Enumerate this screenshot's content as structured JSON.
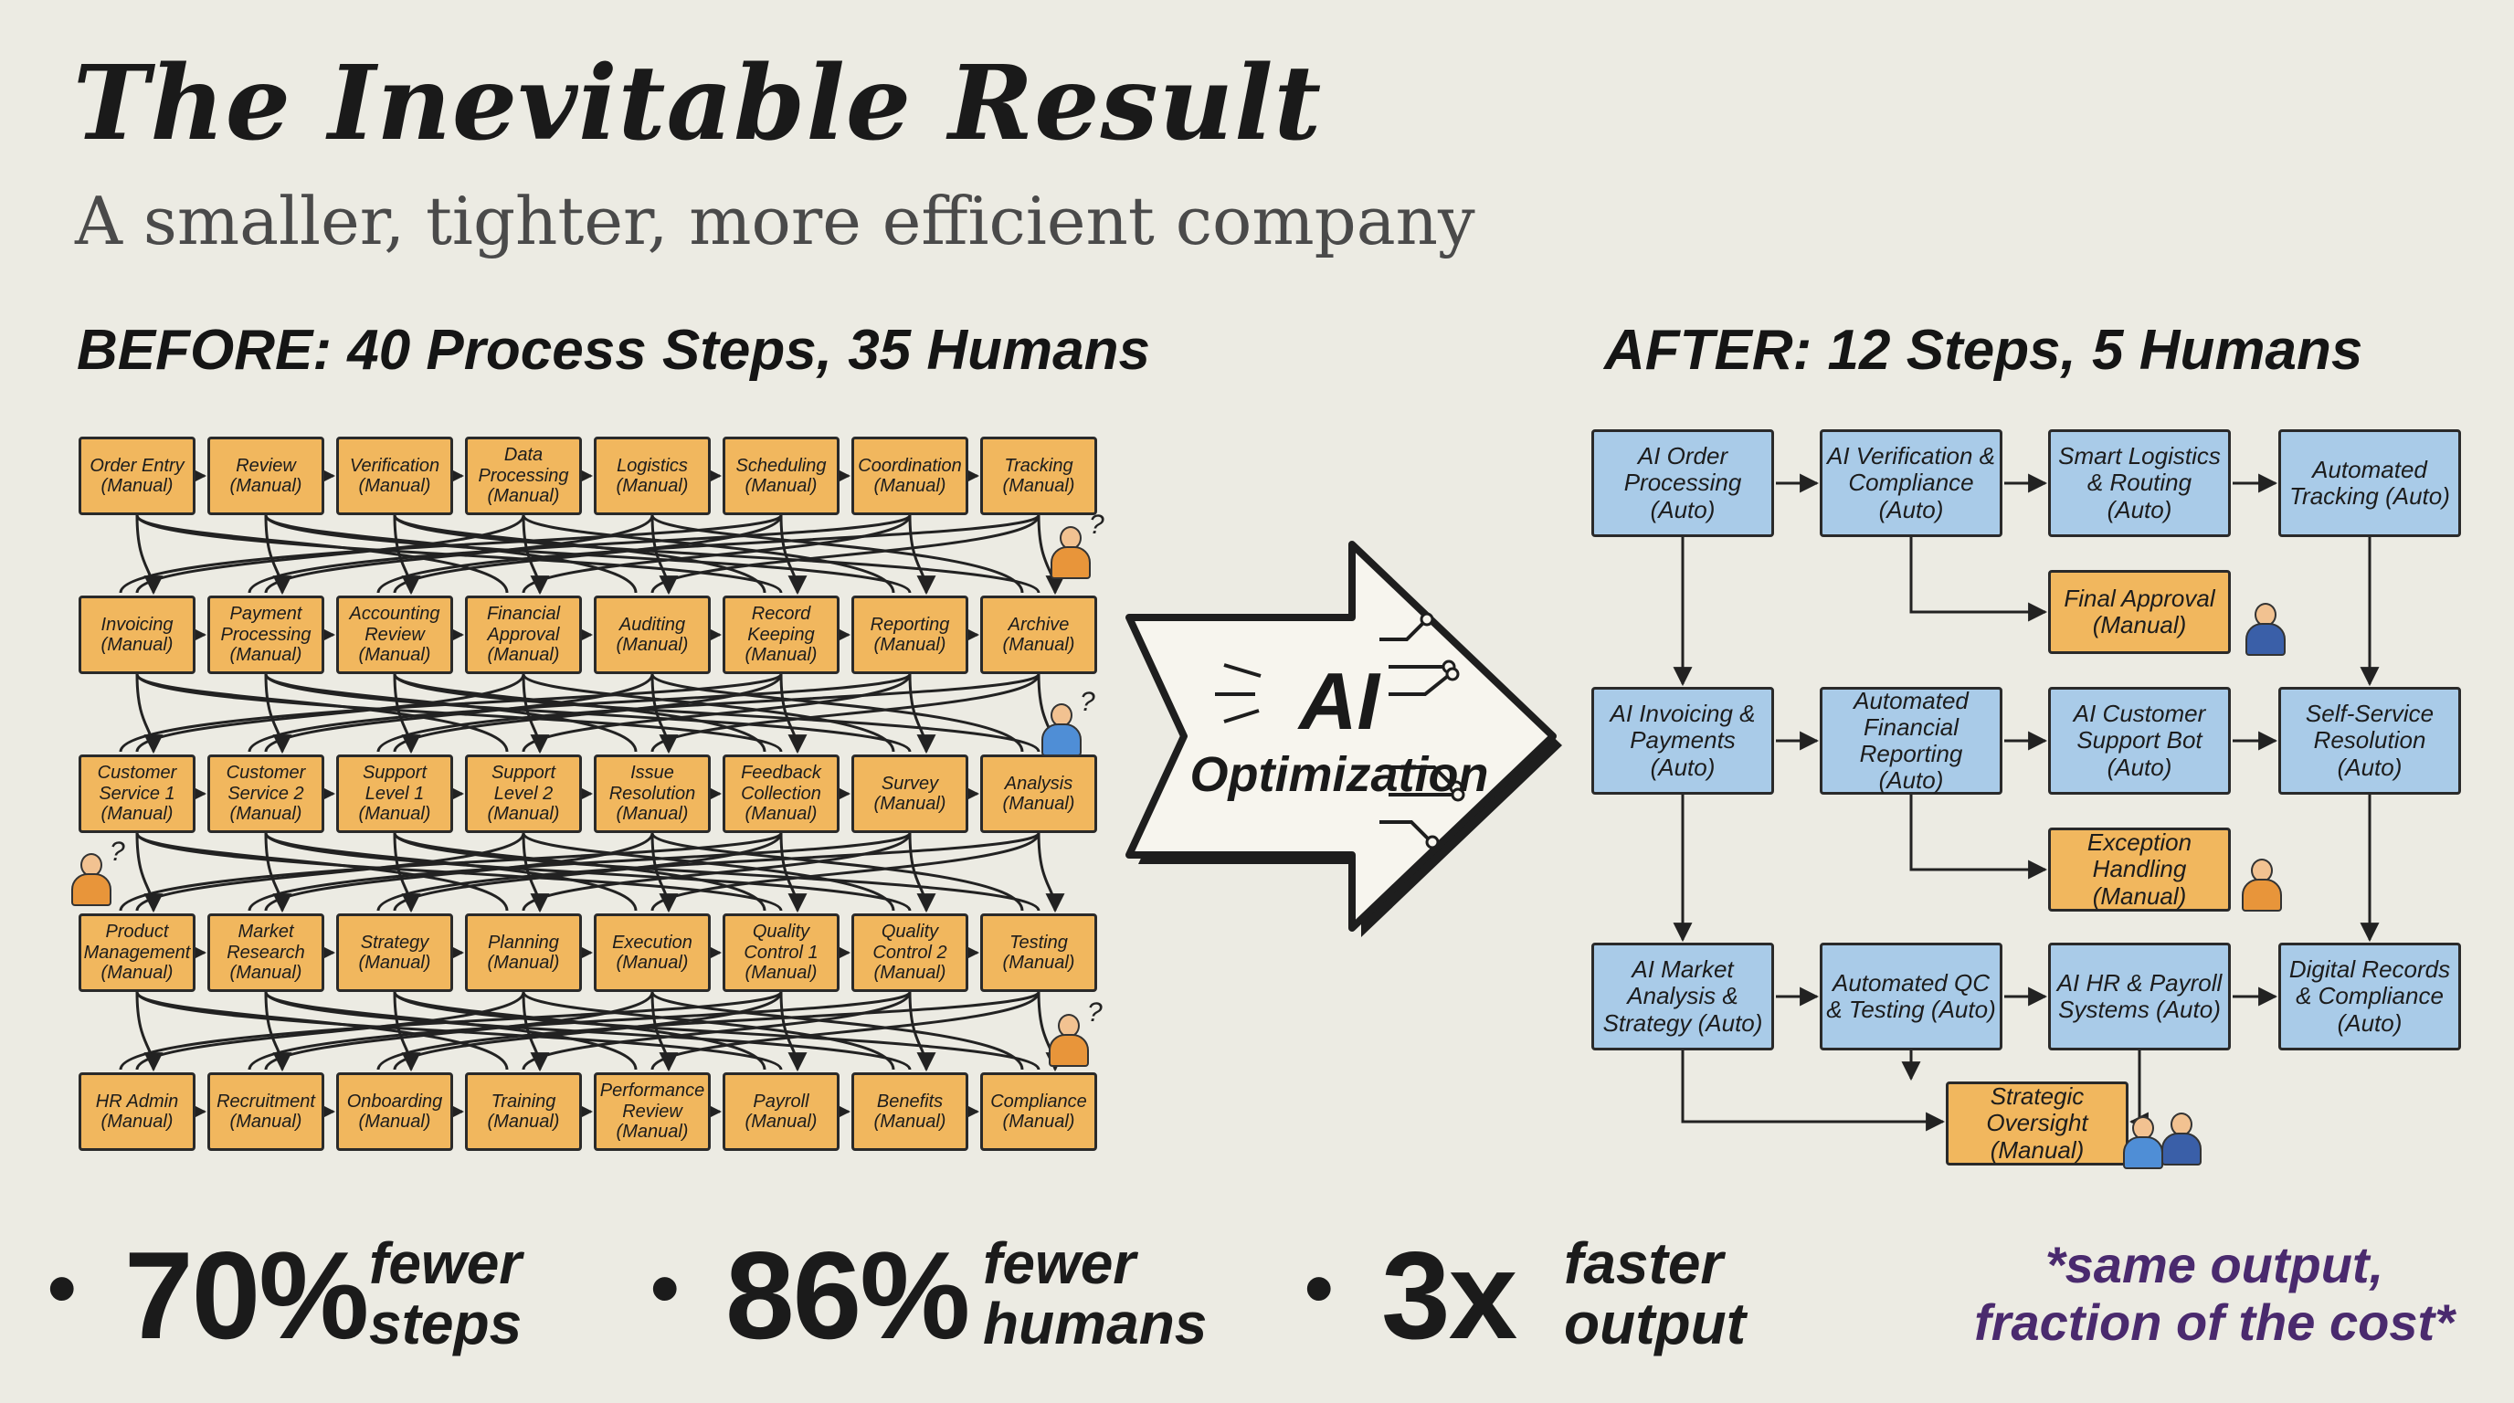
{
  "title": "The Inevitable Result",
  "subtitle": "A smaller, tighter, more efficient company",
  "before": {
    "heading": "BEFORE: 40 Process Steps, 35 Humans",
    "rows": [
      [
        "Order Entry (Manual)",
        "Review (Manual)",
        "Verification (Manual)",
        "Data Processing (Manual)",
        "Logistics (Manual)",
        "Scheduling (Manual)",
        "Coordination (Manual)",
        "Tracking (Manual)"
      ],
      [
        "Invoicing (Manual)",
        "Payment Processing (Manual)",
        "Accounting Review (Manual)",
        "Financial Approval (Manual)",
        "Auditing (Manual)",
        "Record Keeping (Manual)",
        "Reporting (Manual)",
        "Archive (Manual)"
      ],
      [
        "Customer Service 1 (Manual)",
        "Customer Service 2 (Manual)",
        "Support Level 1 (Manual)",
        "Support Level 2 (Manual)",
        "Issue Resolution (Manual)",
        "Feedback Collection (Manual)",
        "Survey (Manual)",
        "Analysis (Manual)"
      ],
      [
        "Product Management (Manual)",
        "Market Research (Manual)",
        "Strategy (Manual)",
        "Planning (Manual)",
        "Execution (Manual)",
        "Quality Control 1 (Manual)",
        "Quality Control 2 (Manual)",
        "Testing (Manual)"
      ],
      [
        "HR Admin (Manual)",
        "Recruitment (Manual)",
        "Onboarding (Manual)",
        "Training (Manual)",
        "Performance Review (Manual)",
        "Payroll (Manual)",
        "Benefits (Manual)",
        "Compliance (Manual)"
      ]
    ]
  },
  "arrow": {
    "line1": "AI",
    "line2": "Optimization"
  },
  "after": {
    "heading": "AFTER: 12 Steps, 5 Humans",
    "boxes": [
      {
        "label": "AI Order Processing (Auto)",
        "kind": "auto"
      },
      {
        "label": "AI Verification & Compliance (Auto)",
        "kind": "auto"
      },
      {
        "label": "Smart Logistics & Routing (Auto)",
        "kind": "auto"
      },
      {
        "label": "Automated Tracking (Auto)",
        "kind": "auto"
      },
      {
        "label": "Final Approval (Manual)",
        "kind": "manual"
      },
      {
        "label": "AI Invoicing & Payments (Auto)",
        "kind": "auto"
      },
      {
        "label": "Automated Financial Reporting (Auto)",
        "kind": "auto"
      },
      {
        "label": "AI Customer Support Bot (Auto)",
        "kind": "auto"
      },
      {
        "label": "Self-Service Resolution (Auto)",
        "kind": "auto"
      },
      {
        "label": "Exception Handling (Manual)",
        "kind": "manual"
      },
      {
        "label": "AI Market Analysis & Strategy (Auto)",
        "kind": "auto"
      },
      {
        "label": "Automated QC & Testing (Auto)",
        "kind": "auto"
      },
      {
        "label": "AI HR & Payroll Systems (Auto)",
        "kind": "auto"
      },
      {
        "label": "Digital Records & Compliance (Auto)",
        "kind": "auto"
      },
      {
        "label": "Strategic Oversight (Manual)",
        "kind": "manual"
      }
    ]
  },
  "stats": [
    {
      "value": "70%",
      "line1": "fewer",
      "line2": "steps"
    },
    {
      "value": "86%",
      "line1": "fewer",
      "line2": "humans"
    },
    {
      "value": "3x",
      "line1": "faster",
      "line2": "output"
    }
  ],
  "footnote": "*same output, fraction of the cost*",
  "colors": {
    "background": "#ecebe3",
    "manual_box": "#f1b75e",
    "auto_box": "#a9cbe8",
    "footnote": "#4a2a6e"
  }
}
